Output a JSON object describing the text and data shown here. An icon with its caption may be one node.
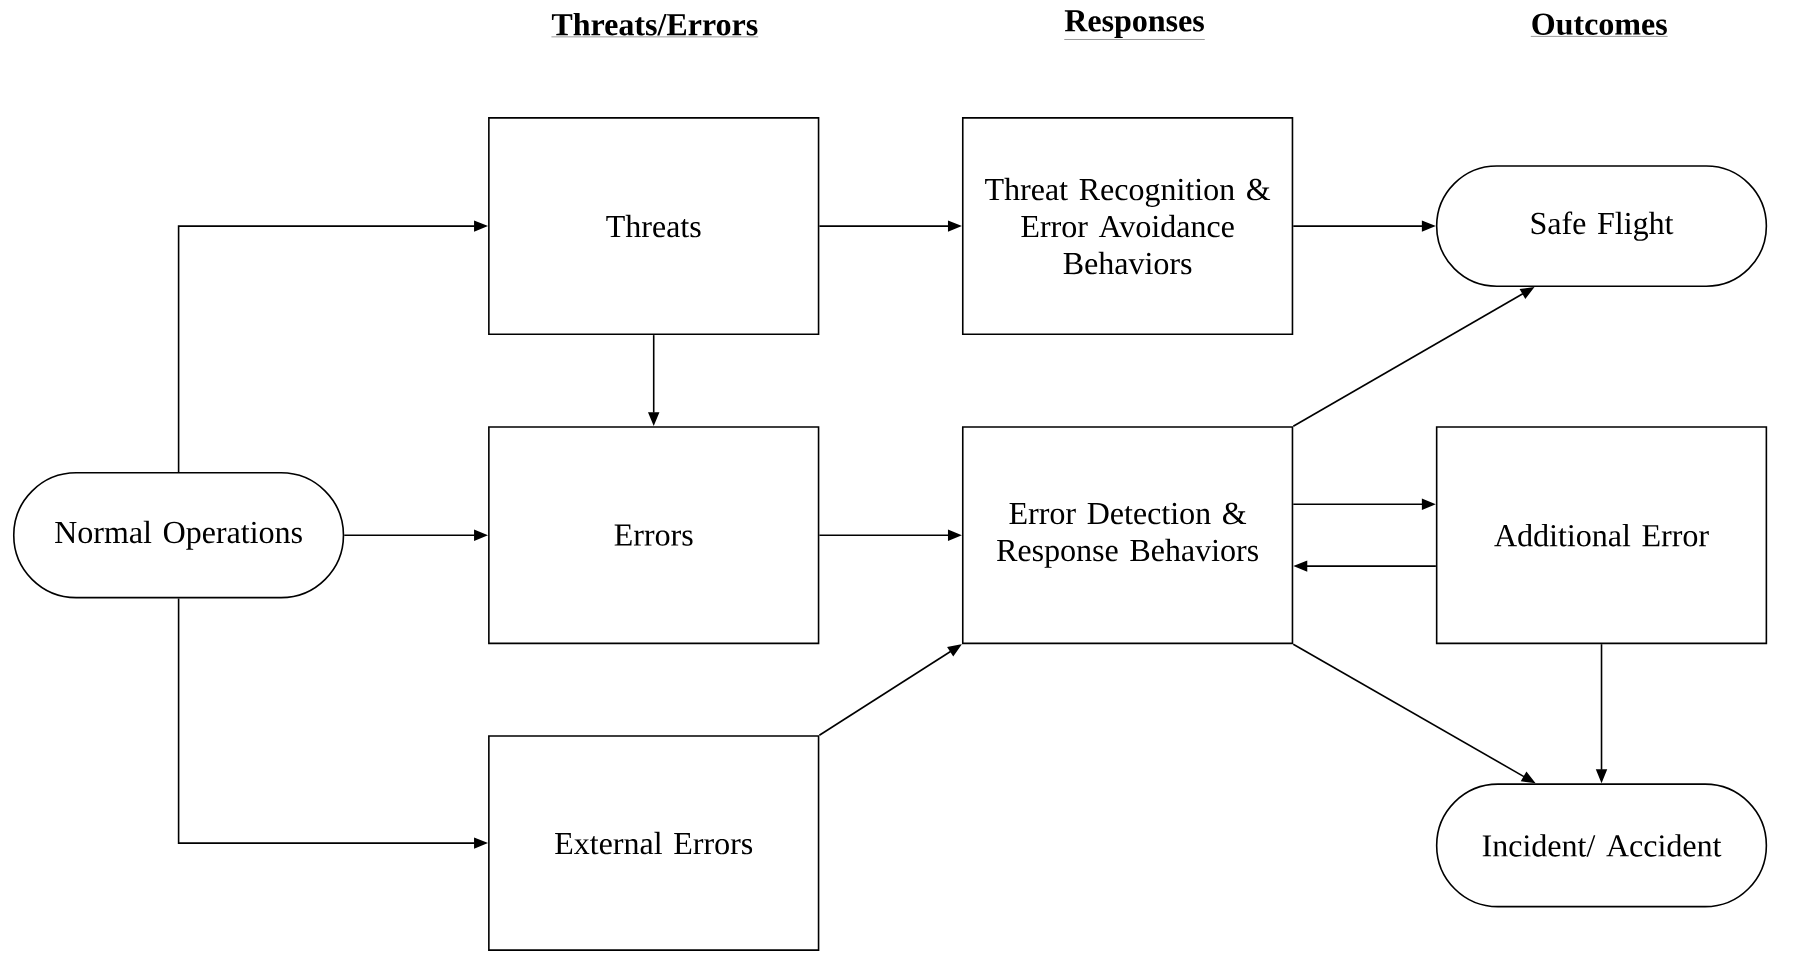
{
  "diagram": {
    "nodes": [
      {
        "text": [
          "Normal Operations"
        ]
      },
      {
        "text": [
          "Threats"
        ]
      },
      {
        "text": [
          "Errors"
        ]
      },
      {
        "text": [
          "External Errors"
        ]
      },
      {
        "text": [
          "Threat Recognition & Error Avoidance Behaviors"
        ]
      },
      {
        "text": [
          "Error Detection & Response Behaviors"
        ]
      },
      {
        "text": [
          "Safe Flight"
        ]
      },
      {
        "text": [
          "Additional Error"
        ]
      },
      {
        "text": [
          "Incident/ Accident"
        ]
      }
    ],
    "edges": [
      {
        "from": 0,
        "to": 1,
        "arrow": "to"
      },
      {
        "from": 0,
        "to": 2,
        "arrow": "to"
      },
      {
        "from": 0,
        "to": 3,
        "arrow": "to"
      },
      {
        "from": 1,
        "to": 2,
        "arrow": "to"
      },
      {
        "from": 1,
        "to": 4,
        "arrow": "to"
      },
      {
        "from": 2,
        "to": 5,
        "arrow": "to"
      },
      {
        "from": 3,
        "to": 5,
        "arrow": "to"
      },
      {
        "from": 4,
        "to": 6,
        "arrow": "to"
      },
      {
        "from": 5,
        "to": 6,
        "arrow": "to"
      },
      {
        "from": 5,
        "to": 7,
        "arrow": "to"
      },
      {
        "from": 7,
        "to": 5,
        "arrow": "to"
      },
      {
        "from": 5,
        "to": 8,
        "arrow": "to"
      },
      {
        "from": 7,
        "to": 8,
        "arrow": "to"
      }
    ],
    "labels": [
      "Threats/Errors",
      "Responses",
      "Outcomes"
    ]
  }
}
